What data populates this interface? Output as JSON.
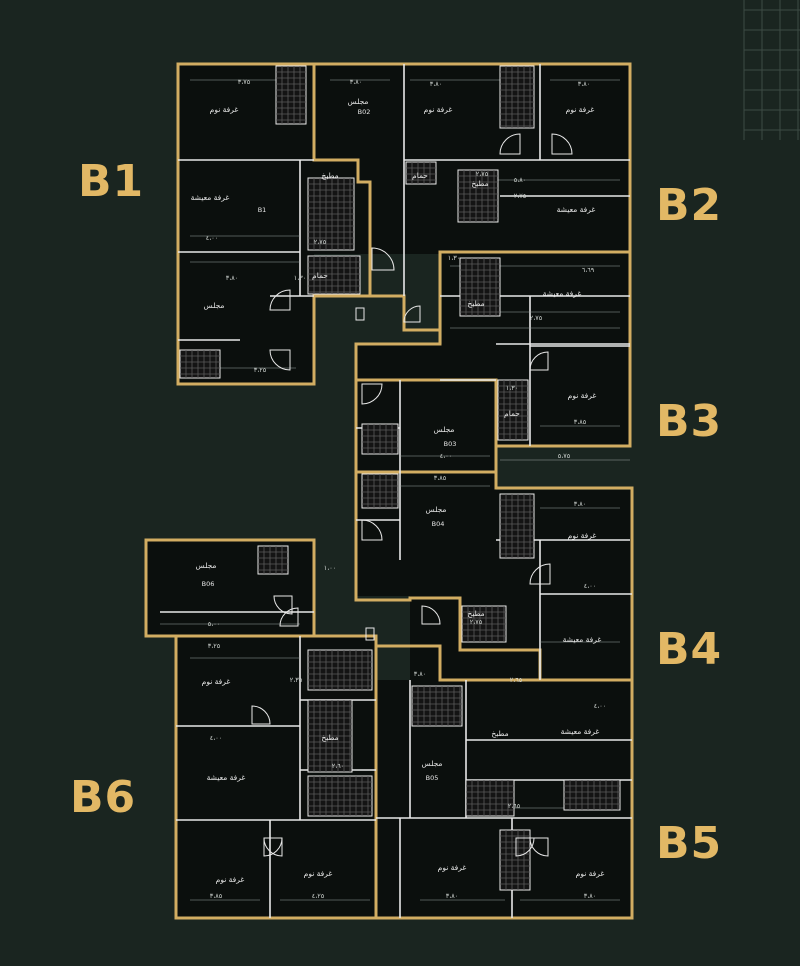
{
  "colors": {
    "background": "#1a2520",
    "accent_gold": "#d2ad62",
    "wall": "#e8e8e8",
    "room_fill": "#0b0f0d",
    "tile": "#5a5a5a"
  },
  "units": [
    {
      "id": "B1",
      "tag": "B1",
      "code": "B1",
      "rooms": [
        {
          "name": "غرفة نوم",
          "dim": "٣،٧٥"
        },
        {
          "name": "غرفة معيشة",
          "dim": "٤،٠٠"
        },
        {
          "name": "مطبخ",
          "dim": "٢،٧٥"
        },
        {
          "name": "مجلس",
          "dim": "٣،٨٠"
        },
        {
          "name": "حمام",
          "dim": "١،٣٠"
        }
      ],
      "extra_dim": "٣،٢٥"
    },
    {
      "id": "B2",
      "tag": "B2",
      "code": "B02",
      "rooms": [
        {
          "name": "مجلس",
          "dim": "٣،٨٠"
        },
        {
          "name": "غرفة نوم",
          "dim": "٣،٨٠"
        },
        {
          "name": "غرفة نوم",
          "dim": "٣،٨٠"
        },
        {
          "name": "غرفة معيشة",
          "dim": "٢،٧٥"
        },
        {
          "name": "مطبخ",
          "dim": "٢،٧٥"
        },
        {
          "name": "حمام",
          "dim": "١،٣٠"
        }
      ],
      "extra_dim": "٥،٨٠"
    },
    {
      "id": "B3",
      "tag": "B3",
      "code": "B03",
      "rooms": [
        {
          "name": "غرفة معيشة",
          "dim": "٦،٦٩"
        },
        {
          "name": "غرفة نوم",
          "dim": "٣،٨٥"
        },
        {
          "name": "مجلس",
          "dim": "٤،٠٠"
        },
        {
          "name": "مطبخ",
          "dim": "٢،٧٥"
        },
        {
          "name": "حمام",
          "dim": "١،٣٠"
        }
      ],
      "extra_dim": "٥،٧٥"
    },
    {
      "id": "B4",
      "tag": "B4",
      "code": "B04",
      "rooms": [
        {
          "name": "مجلس",
          "dim": "٣،٨٥"
        },
        {
          "name": "غرفة نوم",
          "dim": "٣،٨٠"
        },
        {
          "name": "غرفة معيشة",
          "dim": "٤،٠٠"
        },
        {
          "name": "مطبخ",
          "dim": "٢،٧٥"
        }
      ],
      "extra_dim": "١،٠٠"
    },
    {
      "id": "B5",
      "tag": "B5",
      "code": "B05",
      "rooms": [
        {
          "name": "مجلس",
          "dim": "٣،٨٠"
        },
        {
          "name": "مطبخ",
          "dim": "٢،٦٥"
        },
        {
          "name": "غرفة معيشة",
          "dim": "٤،٠٠"
        },
        {
          "name": "غرفة نوم",
          "dim": "٣،٨٠"
        },
        {
          "name": "غرفة نوم",
          "dim": "٣،٨٠"
        }
      ],
      "extra_dim": "٢،٦٥"
    },
    {
      "id": "B6",
      "tag": "B6",
      "code": "B06",
      "rooms": [
        {
          "name": "مجلس",
          "dim": "٥،٠٠"
        },
        {
          "name": "غرفة نوم",
          "dim": "٣،٢٥"
        },
        {
          "name": "غرفة معيشة",
          "dim": "٤،٠٠"
        },
        {
          "name": "مطبخ",
          "dim": "٢،٦٠"
        },
        {
          "name": "غرفة نوم",
          "dim": "٣،٨٥"
        },
        {
          "name": "غرفة نوم",
          "dim": "٤،٢٥"
        }
      ],
      "extra_dim": "٢،٣٥"
    }
  ]
}
